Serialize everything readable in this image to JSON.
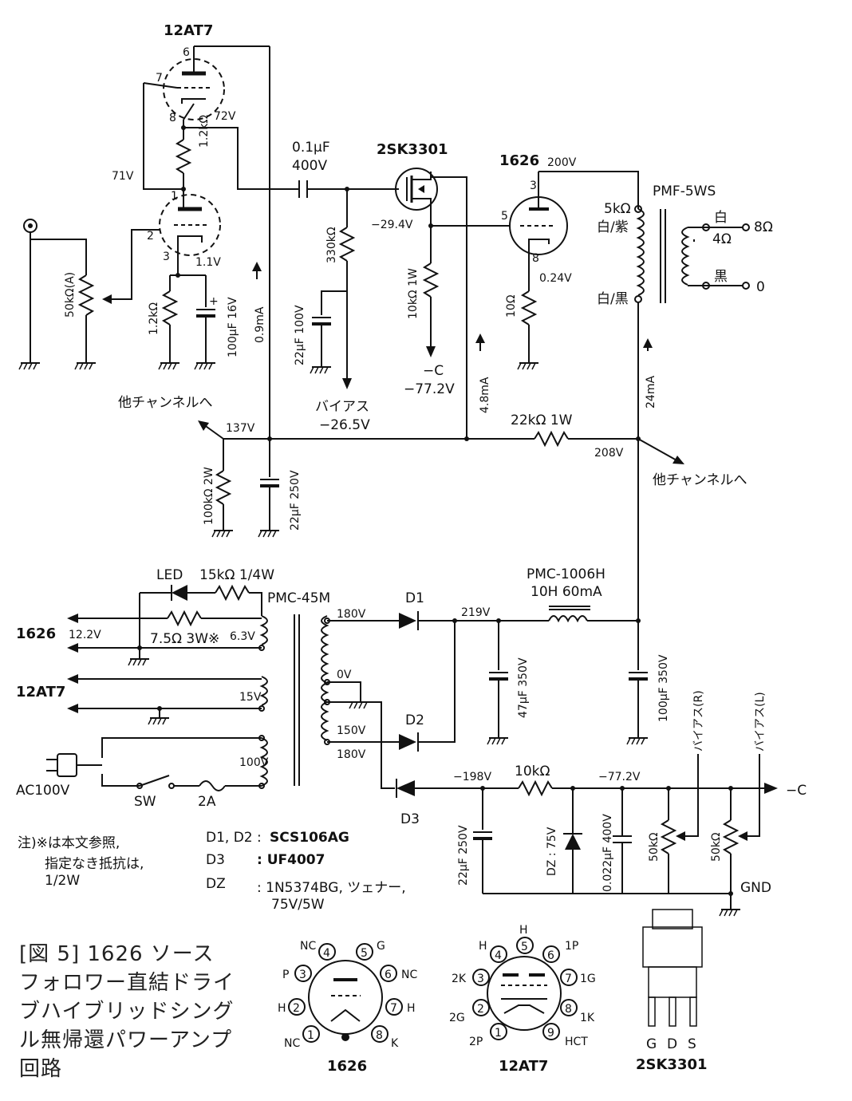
{
  "tubes": {
    "u12at7_title": "12AT7",
    "u1626_title": "1626",
    "fet_title": "2SK3301",
    "fet_pins": {
      "g": "G",
      "d": "D",
      "s": "S"
    }
  },
  "labels": {
    "pin6": "6",
    "pin7": "7",
    "pin8": "8",
    "pin1": "1",
    "pin2": "2",
    "pin3": "3",
    "v72": "72V",
    "v71": "71V",
    "v11": "1.1V",
    "r12k_top": "1.2kΩ",
    "r12k_bot": "1.2kΩ",
    "pot50k": "50kΩ(A)",
    "c100u16": "100μF 16V",
    "i09": "0.9mA",
    "cap01_a": "0.1μF",
    "cap01_b": "400V",
    "r330k": "330kΩ",
    "c22u100": "22μF 100V",
    "bias_a": "バイアス",
    "bias_b": "−26.5V",
    "v294": "−29.4V",
    "r10k1w": "10kΩ 1W",
    "negc_a": "−C",
    "negc_b": "−77.2V",
    "i48": "4.8mA",
    "p1626_3": "3",
    "p1626_5": "5",
    "p1626_8": "8",
    "v200": "200V",
    "v024": "0.24V",
    "r10": "10Ω",
    "pmf": "PMF-5WS",
    "t5k": "5kΩ",
    "tw_pur": "白/紫",
    "tw_blk": "白/黒",
    "s_white": "白",
    "s_4": "4Ω",
    "s_8": "8Ω",
    "s_black": "黒",
    "s_0": "0",
    "i24": "24mA",
    "other1": "他チャンネルへ",
    "v137": "137V",
    "r22k1w": "22kΩ 1W",
    "v208": "208V",
    "other2": "他チャンネルへ",
    "r100k2w": "100kΩ 2W",
    "c22u250": "22μF 250V"
  },
  "power": {
    "led": "LED",
    "r15k": "15kΩ 1/4W",
    "pmc45": "PMC-45M",
    "v180a": "180V",
    "d1": "D1",
    "v219": "219V",
    "pmc1006_a": "PMC-1006H",
    "pmc1006_b": "10H 60mA",
    "h1626": "1626",
    "v122": "12.2V",
    "r75": "7.5Ω 3W※",
    "v63": "6.3V",
    "v0": "0V",
    "c47u": "47μF 350V",
    "c100u350": "100μF 350V",
    "h12at7": "12AT7",
    "v15": "15V",
    "v150": "150V",
    "d2": "D2",
    "v180b": "180V",
    "v100": "100V",
    "ac100": "AC100V",
    "sw": "SW",
    "fuse": "2A",
    "v198": "−198V",
    "r10k": "10kΩ",
    "v772": "−77.2V",
    "d3": "D3",
    "c22u250b": "22μF 250V",
    "dz": "DZ : 75V",
    "c0022": "0.022μF 400V",
    "pot50k_r": "50kΩ",
    "pot50k_l": "50kΩ",
    "bias_r": "バイアス(R)",
    "bias_l": "バイアス(L)",
    "negc": "−C",
    "gnd": "GND"
  },
  "notes": {
    "n1": "注)※は本文参照,",
    "n2": "指定なき抵抗は,",
    "n3": "1/2W",
    "d12_k": "D1, D2 :",
    "d12_v": "SCS106AG",
    "d3_k": "D3",
    "d3_v": ": UF4007",
    "dz_k": "DZ",
    "dz_v1": ": 1N5374BG, ツェナー,",
    "dz_v2": "75V/5W"
  },
  "caption": "[図 5] 1626 ソースフォロワー直結ドライブハイブリッドシングル無帰還パワーアンプ回路",
  "bases": {
    "b1626": {
      "title": "1626",
      "p1": "NC",
      "p2": "H",
      "p3": "P",
      "p4": "NC",
      "p5": "G",
      "p6": "NC",
      "p7": "H",
      "p8": "K",
      "n1": "1",
      "n2": "2",
      "n3": "3",
      "n4": "4",
      "n5": "5",
      "n6": "6",
      "n7": "7",
      "n8": "8"
    },
    "b12at7": {
      "title": "12AT7",
      "p1": "2P",
      "p2": "2G",
      "p3": "2K",
      "p4": "H",
      "p5": "H",
      "p6": "1P",
      "p7": "1G",
      "p8": "1K",
      "p9": "HCT",
      "n1": "1",
      "n2": "2",
      "n3": "3",
      "n4": "4",
      "n5": "5",
      "n6": "6",
      "n7": "7",
      "n8": "8",
      "n9": "9"
    }
  }
}
